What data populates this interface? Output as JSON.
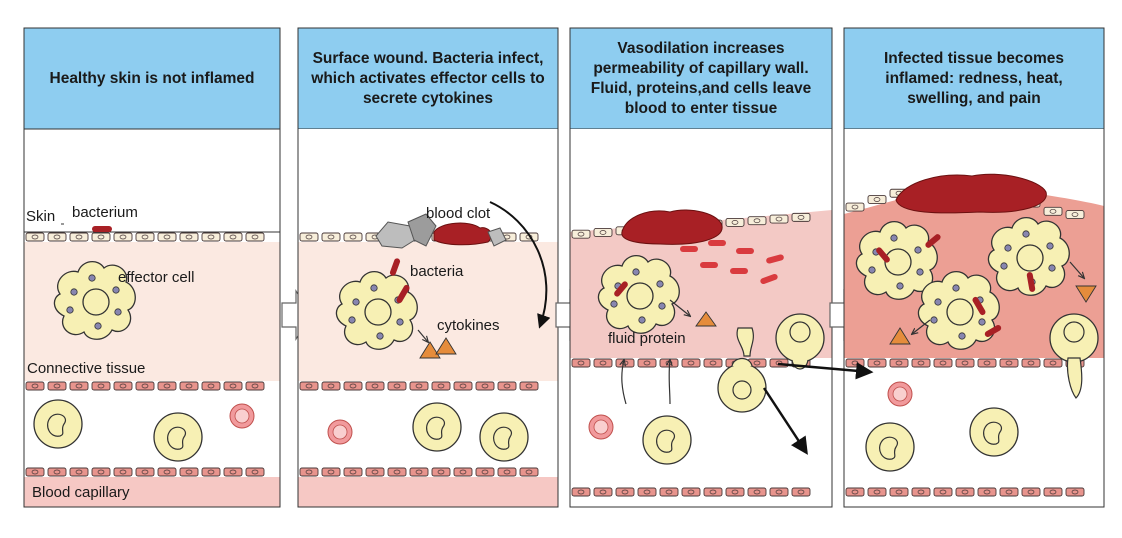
{
  "panels": [
    {
      "title": "Healthy skin is not inflamed"
    },
    {
      "title": "Surface wound. Bacteria infect, which activates effector cells to secrete cytokines"
    },
    {
      "title": "Vasodilation increases permeability of capillary wall. Fluid, proteins,and cells leave blood to enter tissue"
    },
    {
      "title": "Infected tissue becomes inflamed: redness, heat, swelling, and pain"
    }
  ],
  "labels": {
    "skin": "Skin",
    "bacterium": "bacterium",
    "effector_cell": "effector cell",
    "connective_tissue": "Connective tissue",
    "blood_capillary": "Blood capillary",
    "blood_clot": "blood clot",
    "bacteria": "bacteria",
    "cytokines": "cytokines",
    "fluid_protein": "fluid protein"
  },
  "colors": {
    "header_blue": "#8ecdf0",
    "tissue_light": "#fbe9e1",
    "tissue_pink": "#f3c9c5",
    "tissue_inflamed": "#ec9f94",
    "capillary": "#f6c8c4",
    "clot": "#a82025",
    "cell": "#f7f0b4",
    "cytokine": "#e58c3b"
  }
}
